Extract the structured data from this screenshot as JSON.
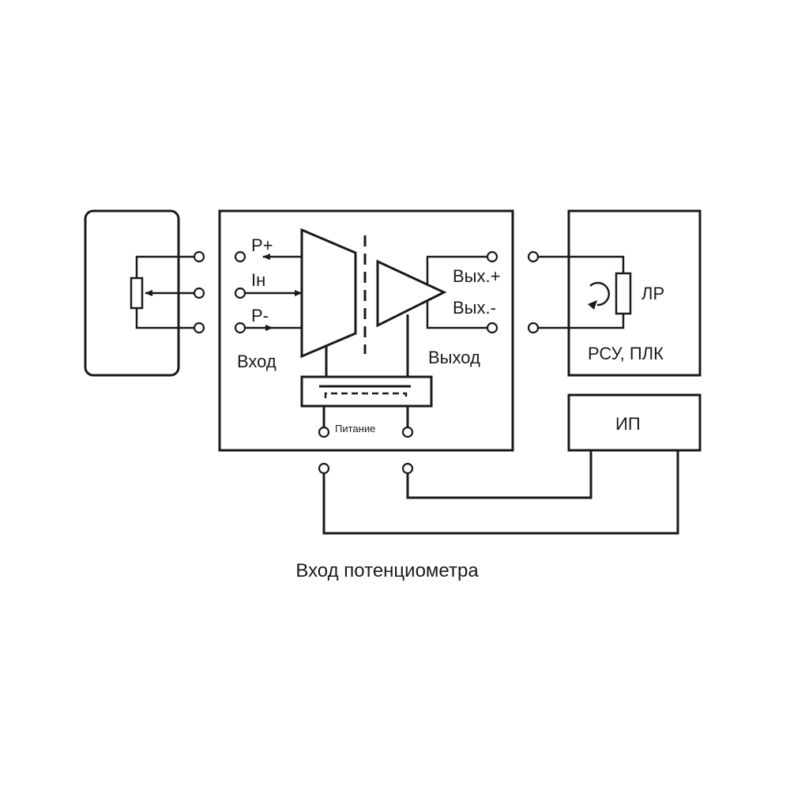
{
  "labels": {
    "p_plus": "P+",
    "i_n": "Iн",
    "p_minus": "P-",
    "input": "Вход",
    "out_plus": "Вых.+",
    "out_minus": "Вых.-",
    "output": "Выход",
    "power": "Питание",
    "load_resistor": "ЛР",
    "controller": "РСУ, ПЛК",
    "power_supply": "ИП",
    "caption": "Вход потенциометра"
  },
  "colors": {
    "stroke": "#1a1a1a",
    "background": "#ffffff"
  }
}
